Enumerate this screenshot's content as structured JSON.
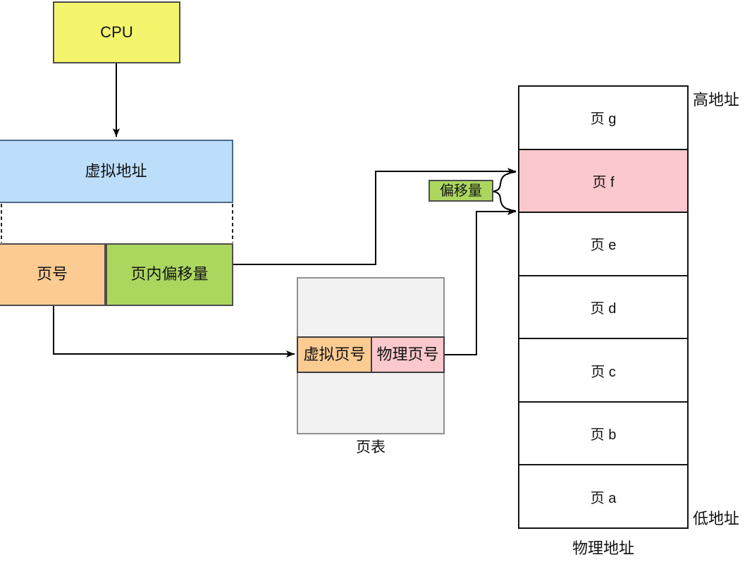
{
  "diagram": {
    "cpu": {
      "label": "CPU"
    },
    "virtual_address": {
      "label": "虚拟地址"
    },
    "page_number": {
      "label": "页号"
    },
    "page_offset": {
      "label": "页内偏移量"
    },
    "offset_tag": {
      "label": "偏移量"
    },
    "page_table": {
      "label": "页表",
      "virtual_page_number": "虚拟页号",
      "physical_page_number": "物理页号"
    },
    "physical_memory": {
      "label": "物理地址",
      "high_address_label": "高地址",
      "low_address_label": "低地址",
      "rows": [
        {
          "label": "页 g",
          "highlight": false
        },
        {
          "label": "页 f",
          "highlight": true
        },
        {
          "label": "页 e",
          "highlight": false
        },
        {
          "label": "页 d",
          "highlight": false
        },
        {
          "label": "页 c",
          "highlight": false
        },
        {
          "label": "页 b",
          "highlight": false
        },
        {
          "label": "页 a",
          "highlight": false
        }
      ]
    },
    "colors": {
      "cpu_fill": "#F4F56C",
      "virtual_address_fill": "#BDDEFB",
      "page_number_fill": "#FBCB92",
      "page_offset_fill": "#ACD75F",
      "offset_tag_fill": "#ACD75F",
      "virtual_page_fill": "#FBCB92",
      "physical_page_fill": "#FAC8CD",
      "highlight_page_fill": "#FAC8CD",
      "page_table_fill": "#F2F2F2",
      "line_color": "#000000"
    }
  }
}
